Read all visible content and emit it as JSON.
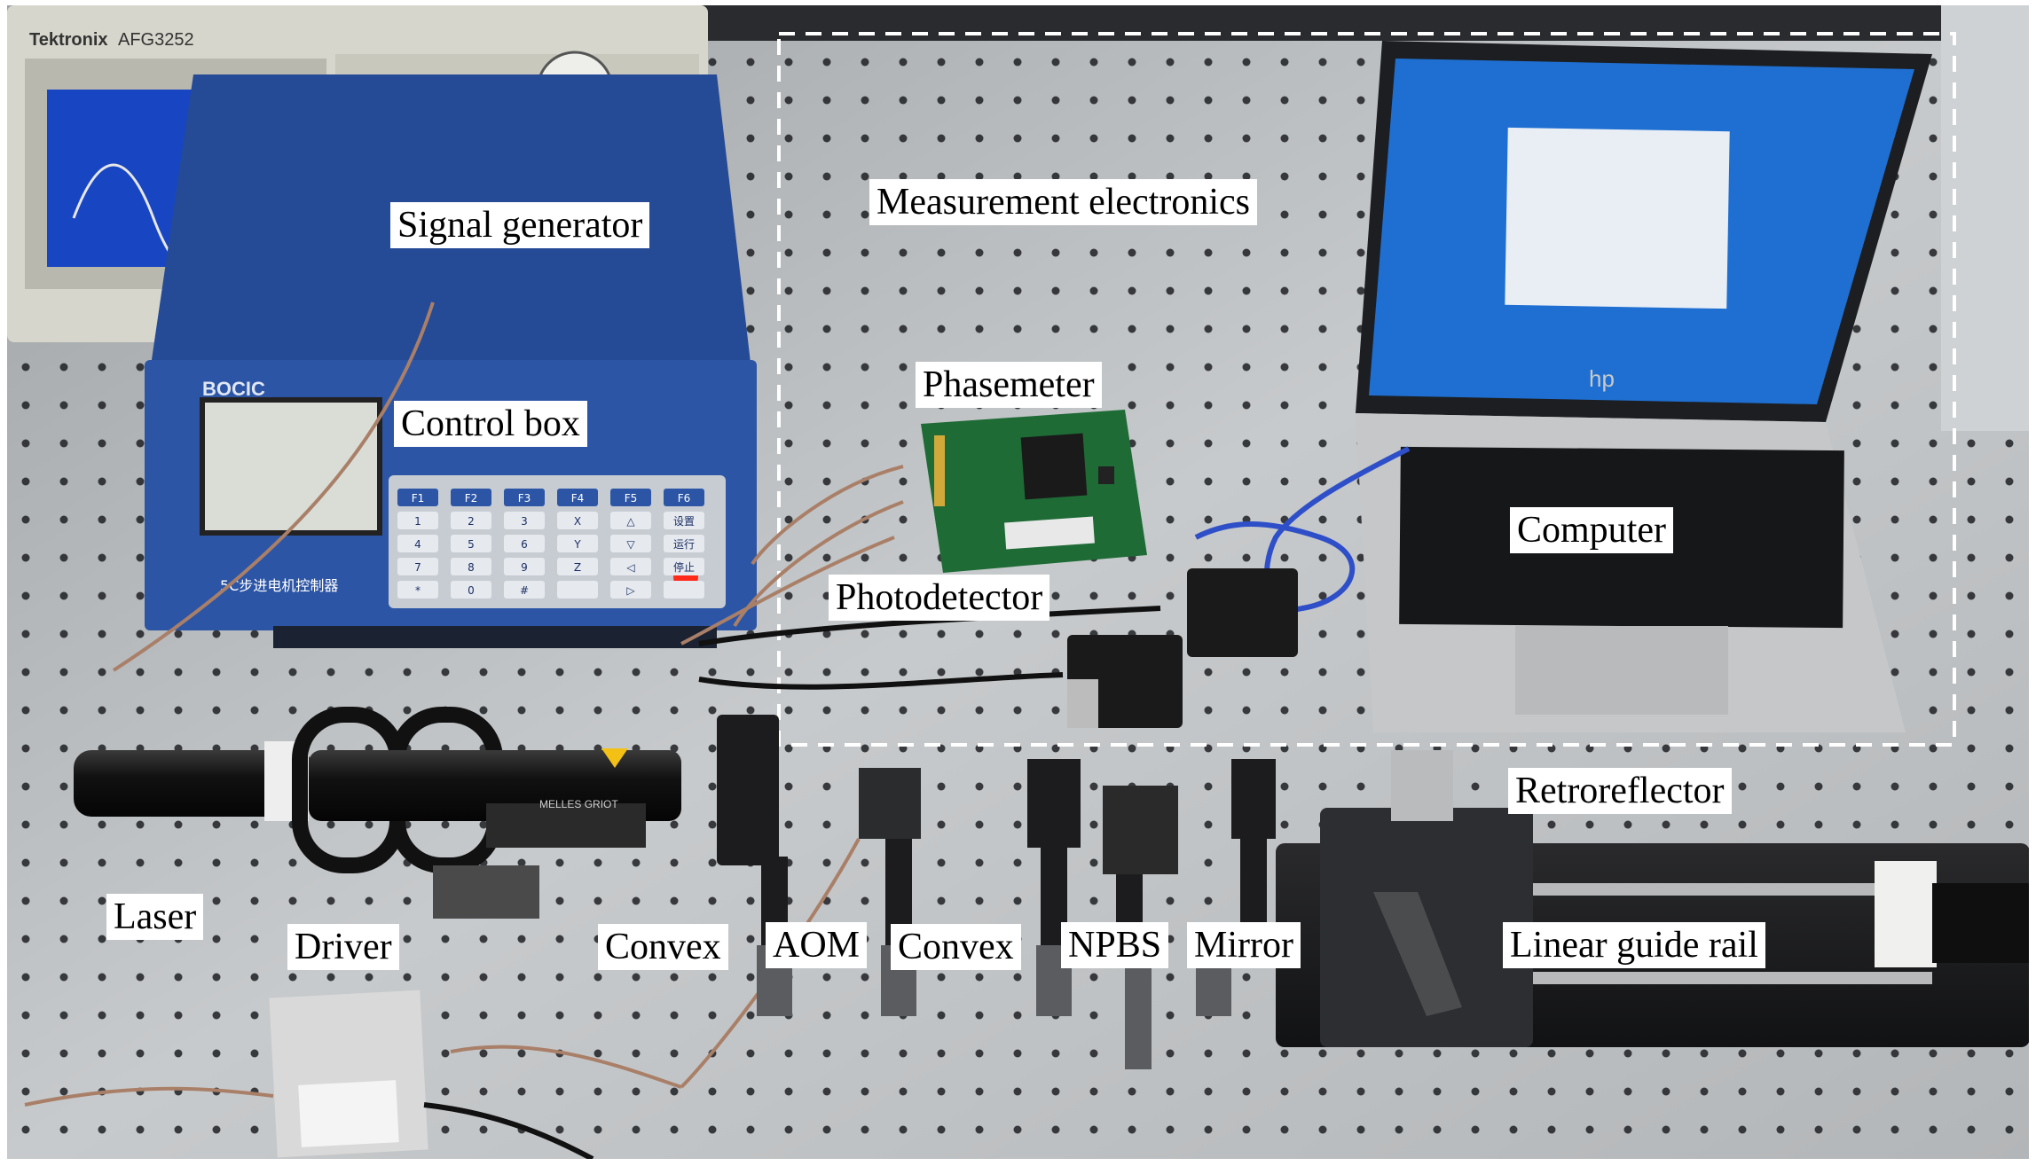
{
  "labels": {
    "signal_generator": "Signal generator",
    "control_box": "Control box",
    "measurement_electronics": "Measurement electronics",
    "phasemeter": "Phasemeter",
    "computer": "Computer",
    "photodetector": "Photodetector",
    "retroreflector": "Retroreflector",
    "laser": "Laser",
    "driver": "Driver",
    "convex_1": "Convex",
    "aom": "AOM",
    "convex_2": "Convex",
    "npbs": "NPBS",
    "mirror": "Mirror",
    "linear_guide_rail": "Linear guide rail"
  },
  "device_text": {
    "generator_brand": "Tektronix",
    "generator_model": "AFG3252",
    "control_box_brand": "BOCIC",
    "control_box_caption": "5C步进电机控制器",
    "keypad_keys": [
      "F1",
      "F2",
      "F3",
      "F4",
      "F5",
      "F6",
      "1",
      "2",
      "3",
      "X",
      "△",
      "设置",
      "4",
      "5",
      "6",
      "Y",
      "▽",
      "运行",
      "7",
      "8",
      "9",
      "Z",
      "◁",
      "停止",
      "*",
      "0",
      "#",
      "",
      "▷",
      ""
    ],
    "laptop_logo": "hp",
    "laser_brand": "MELLES GRIOT"
  },
  "colors": {
    "table_surface": "#b9bcbe",
    "control_box_blue": "#2c55a6",
    "pcb_green": "#1e6b36",
    "cable_blue": "#2f4fc9",
    "screen_blue": "#1e6fd1",
    "dashed_box": "#ffffff",
    "label_bg": "#ffffff"
  }
}
